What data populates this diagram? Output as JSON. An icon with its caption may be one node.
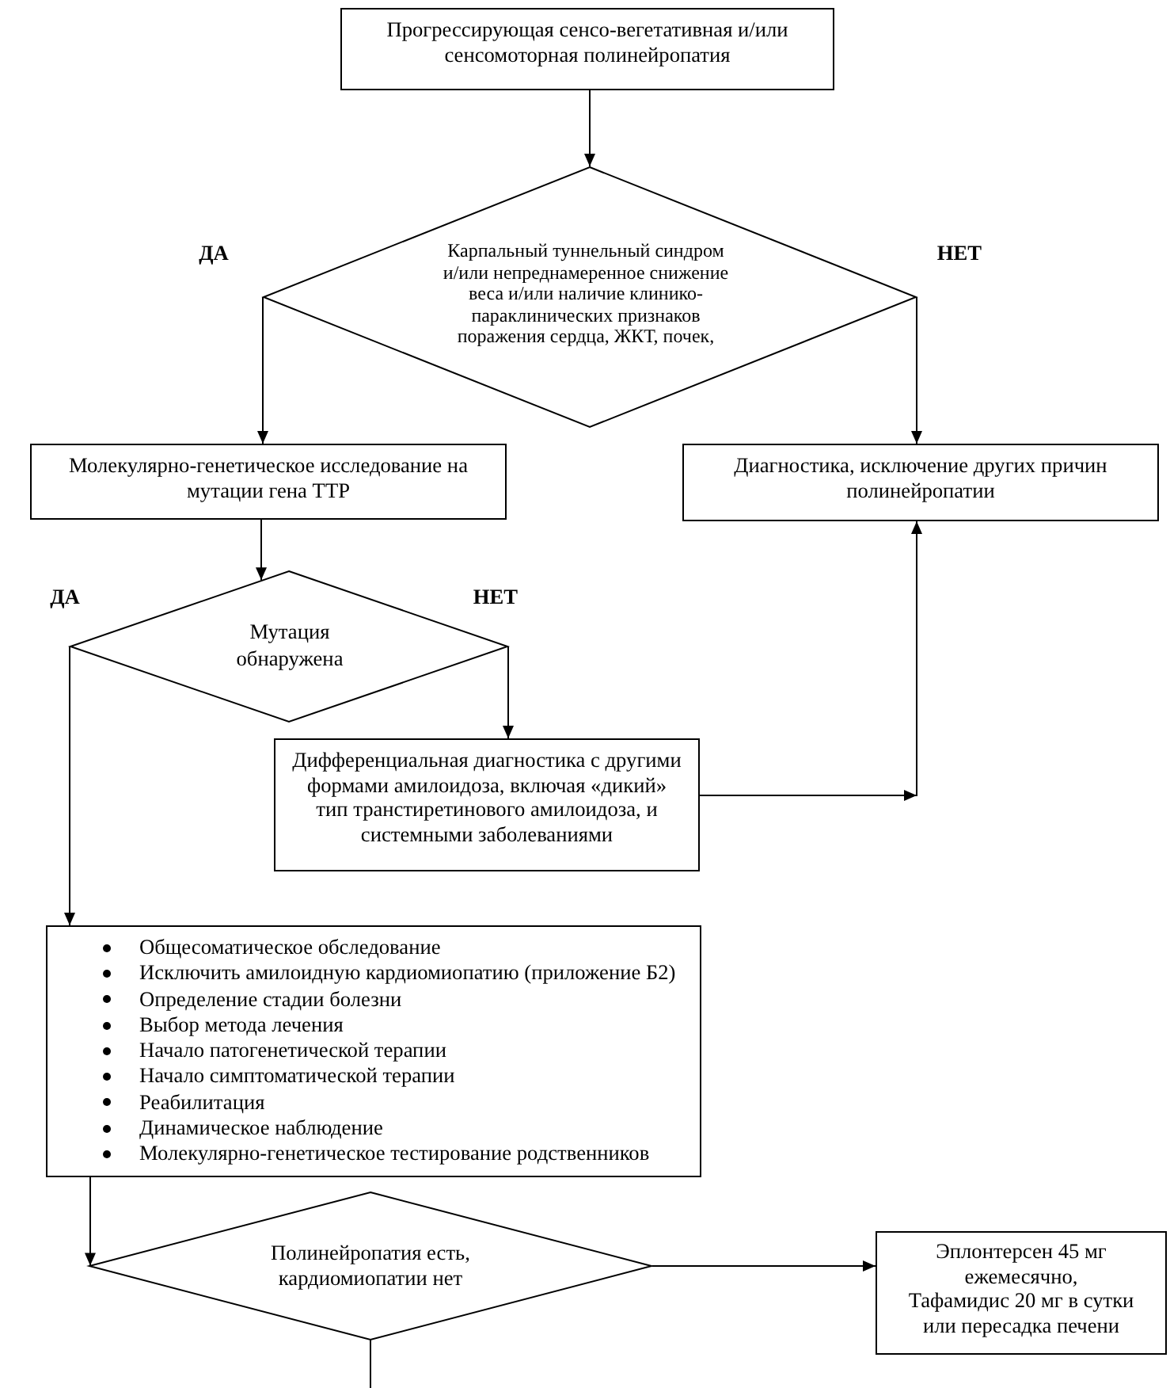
{
  "diagram": {
    "nodes": [
      {
        "text": [
          "Прогрессирующая сенсо-вегетативная и/или сенсомоторная полинейропатия"
        ]
      },
      {
        "text": [
          "Карпальный туннельный синдром и/или непреднамеренное снижение веса и/или наличие клинико-параклинических признаков поражения сердца, ЖКТ, почек,"
        ]
      },
      {
        "text": [
          "Молекулярно-генетическое исследование на мутации гена ТТР"
        ]
      },
      {
        "text": [
          "Диагностика, исключение других причин полинейропатии"
        ]
      },
      {
        "text": [
          "Мутация обнаружена"
        ]
      },
      {
        "text": [
          "Дифференциальная диагностика с другими формами амилоидоза, включая «дикий» тип транстиретинового амилоидоза, и системными заболеваниями"
        ]
      },
      {
        "text": [
          "Общесоматическое обследование",
          "Исключить амилоидную кардиомиопатию (приложение Б2)",
          "Определение стадии болезни",
          "Выбор метода лечения",
          "Начало патогенетической терапии",
          "Начало симптоматической терапии",
          "Реабилитация",
          "Динамическое наблюдение",
          "Молекулярно-генетическое тестирование родственников"
        ]
      },
      {
        "text": [
          "Полинейропатия есть, кардиомиопатии нет"
        ]
      },
      {
        "text": [
          "Эплонтерсен 45 мг ежемесячно,",
          "Тафамидис 20 мг в сутки или пересадка печени"
        ]
      }
    ],
    "edges": [
      {
        "from": 0,
        "to": 1,
        "arrow": "to"
      },
      {
        "from": 1,
        "to": 2,
        "arrow": "to",
        "label": "ДА"
      },
      {
        "from": 1,
        "to": 3,
        "arrow": "to",
        "label": "НЕТ"
      },
      {
        "from": 2,
        "to": 4,
        "arrow": "to"
      },
      {
        "from": 4,
        "to": 5,
        "arrow": "to",
        "label": "НЕТ"
      },
      {
        "from": 4,
        "to": 6,
        "arrow": "to",
        "label": "ДА"
      },
      {
        "from": 5,
        "to": 3,
        "arrow": "to"
      },
      {
        "from": 6,
        "to": 7,
        "arrow": "to"
      },
      {
        "from": 7,
        "to": 8,
        "arrow": "to"
      },
      {
        "from": 7,
        "to": null,
        "arrow": "none"
      }
    ]
  }
}
